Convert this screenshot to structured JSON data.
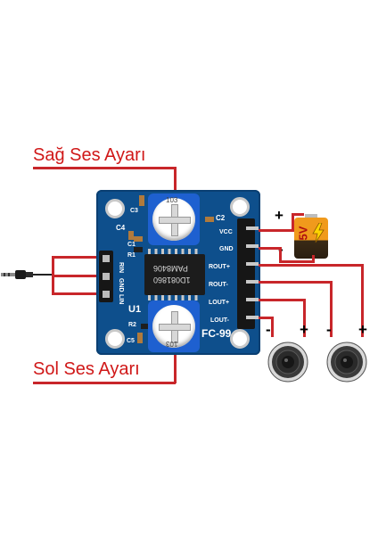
{
  "labels": {
    "right_volume": "Sağ Ses Ayarı",
    "left_volume": "Sol Ses Ayarı"
  },
  "board": {
    "model": "FC-99",
    "chip_line1": "PAM8406",
    "chip_line2": "1D081860",
    "pot_label": "103",
    "input_labels": [
      "RIN",
      "GND",
      "LIN"
    ],
    "components": {
      "c1": "C1",
      "c2": "C2",
      "c3": "C3",
      "c4": "C4",
      "c5": "C5",
      "r1": "R1",
      "r2": "R2",
      "u1": "U1"
    },
    "output_pins": [
      "VCC",
      "GND",
      "ROUT+",
      "ROUT-",
      "LOUT+",
      "LOUT-"
    ]
  },
  "battery": {
    "voltage": "5V",
    "plus": "+",
    "minus": "-"
  },
  "speakers": {
    "left": {
      "minus": "-",
      "plus": "+"
    },
    "right": {
      "minus": "-",
      "plus": "+"
    }
  },
  "colors": {
    "pcb": "#0e4f8c",
    "wire": "#c8262a",
    "label": "#d01818"
  }
}
